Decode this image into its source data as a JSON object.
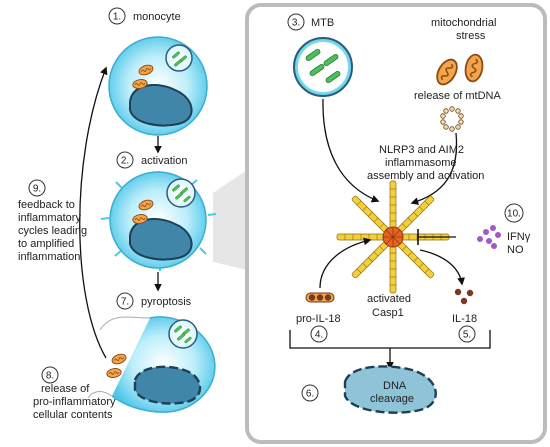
{
  "steps": {
    "s1": {
      "num": "1.",
      "label": "monocyte"
    },
    "s2": {
      "num": "2.",
      "label": "activation"
    },
    "s3": {
      "num": "3.",
      "label": "MTB"
    },
    "s4": {
      "num": "4.",
      "label": "pro-IL-18"
    },
    "s5": {
      "num": "5.",
      "label": "IL-18"
    },
    "s6": {
      "num": "6.",
      "label_line1": "DNA",
      "label_line2": "cleavage"
    },
    "s7": {
      "num": "7.",
      "label": "pyroptosis"
    },
    "s8": {
      "num": "8.",
      "line1": "release of",
      "line2": "pro-inflammatory",
      "line3": "cellular contents"
    },
    "s9": {
      "num": "9.",
      "line1": "feedback to",
      "line2": "inflammatory",
      "line3": "cycles leading",
      "line4": "to amplified",
      "line5": "inflammation"
    },
    "s10": {
      "num": "10.",
      "line1": "IFNγ",
      "line2": "NO"
    }
  },
  "stress": {
    "line1": "mitochondrial",
    "line2": "stress",
    "release": "release of mtDNA"
  },
  "inflammasome": {
    "line1": "NLRP3 and AIM2",
    "line2": "inflammasome",
    "line3": "assembly and activation"
  },
  "casp": {
    "line1": "activated",
    "line2": "Casp1"
  },
  "colors": {
    "cell": "#6fd4ee",
    "cell_edge": "#3aaed0",
    "nucleus": "#3f86a8",
    "mito": "#e08a2c",
    "bacteria": "#3fb34f",
    "panel_border": "#b9b9b9"
  }
}
